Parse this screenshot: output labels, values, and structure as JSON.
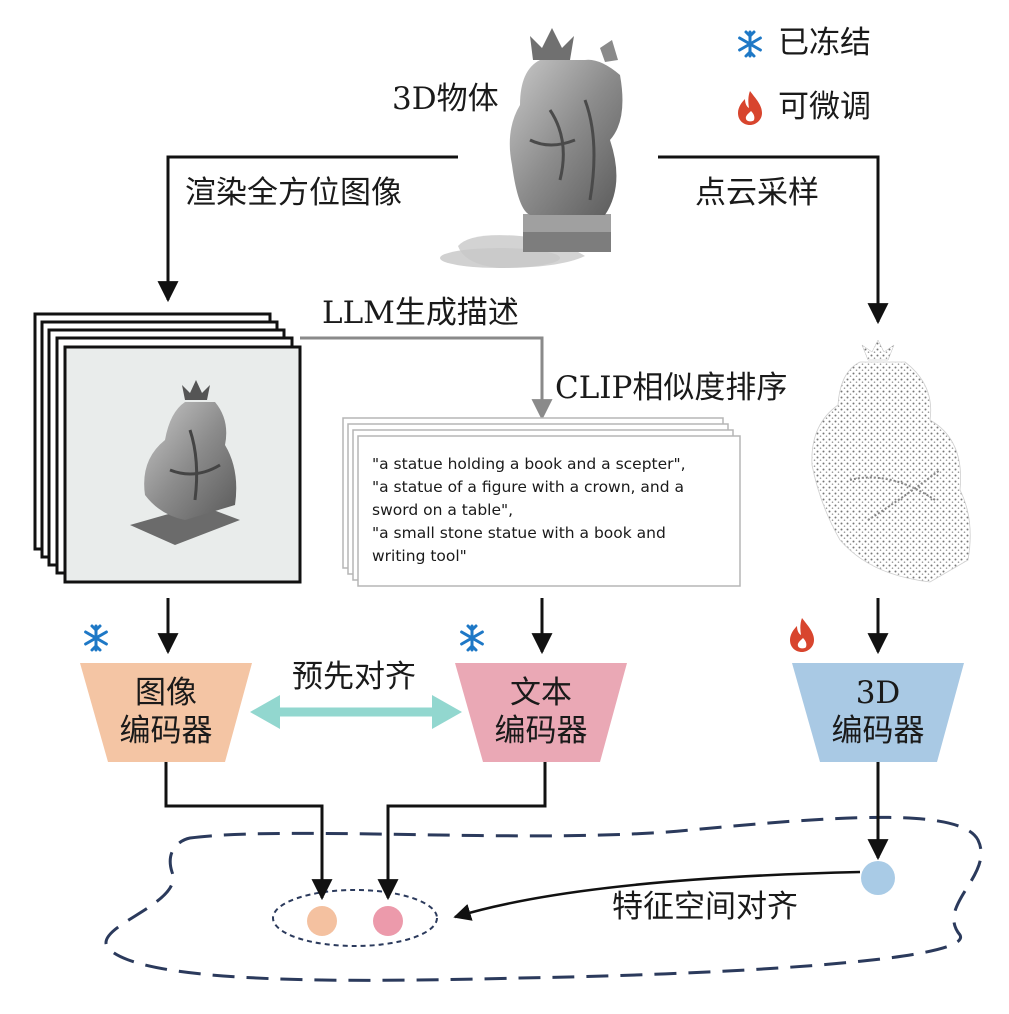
{
  "legend": {
    "frozen_label": "已冻结",
    "frozen_icon": "snowflake-icon",
    "tunable_label": "可微调",
    "tunable_icon": "flame-icon"
  },
  "object_label": "3D物体",
  "steps": {
    "render": "渲染全方位图像",
    "sample": "点云采样",
    "llm": "LLM生成描述",
    "clip": "CLIP相似度排序",
    "pre_align": "预先对齐",
    "feature_align": "特征空间对齐"
  },
  "captions": [
    "\"a statue holding a book and a scepter\",",
    "\"a statue of a figure with a crown, and a",
    "sword on a table\",",
    "\"a small stone statue with a book and",
    "writing tool\""
  ],
  "encoders": {
    "image": {
      "line1": "图像",
      "line2": "编码器",
      "color": "#f4c5a4",
      "state": "frozen"
    },
    "text": {
      "line1": "文本",
      "line2": "编码器",
      "color": "#eaa8b5",
      "state": "frozen"
    },
    "pc": {
      "line1": "3D",
      "line2": "编码器",
      "color": "#a9c9e4",
      "state": "tunable"
    }
  },
  "colors": {
    "snowflake": "#1e78c6",
    "flame": "#d8452e",
    "pre_align_arrow": "#92d7cf",
    "dashed_outline": "#2b3a5c",
    "image_feature": "#f4c1a0",
    "text_feature": "#ec9aab",
    "pc_feature": "#a9cbe6"
  }
}
